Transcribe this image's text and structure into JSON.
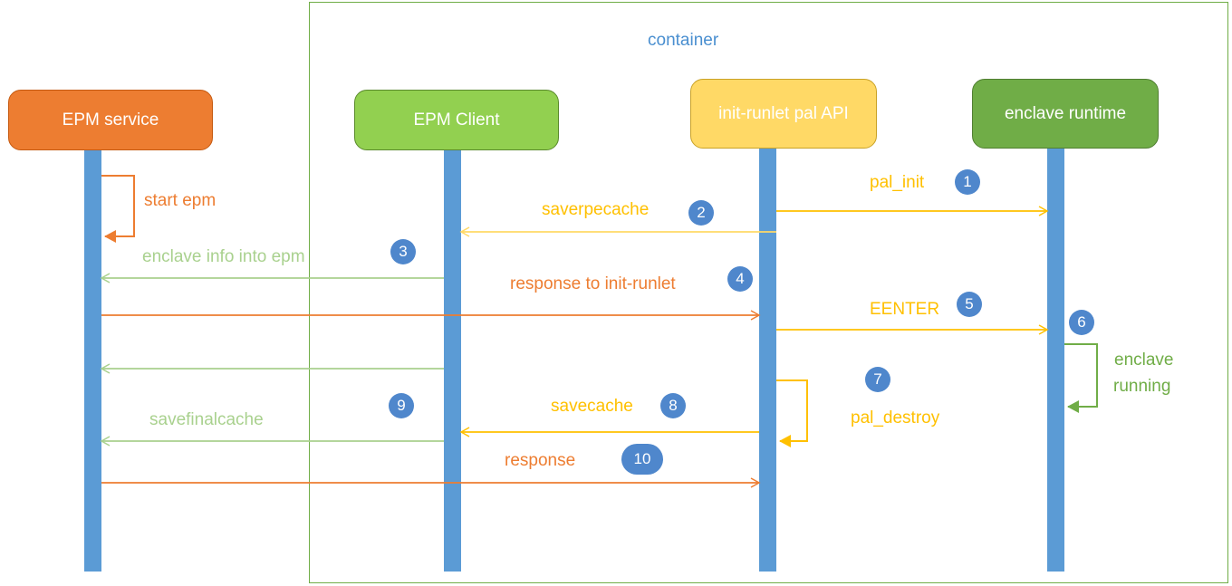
{
  "container": {
    "label": "container"
  },
  "actors": [
    {
      "id": "epm-service",
      "label": "EPM service",
      "fill": "#ed7d31",
      "border": "#c55a11"
    },
    {
      "id": "epm-client",
      "label": "EPM Client",
      "fill": "#92d050",
      "border": "#5a8a2c"
    },
    {
      "id": "init-runlet",
      "label": "init-runlet pal API",
      "fill": "#ffd966",
      "border": "#c9a227"
    },
    {
      "id": "enclave-runtime",
      "label": "enclave runtime",
      "fill": "#70ad47",
      "border": "#507e32"
    }
  ],
  "colors": {
    "orange": "#ed7d31",
    "green": "#a9d18e",
    "yellow": "#ffc000",
    "darkgreen": "#70ad47",
    "lifeline": "#5b9bd5",
    "badge": "#4f87cc"
  },
  "messages": {
    "start_epm": "start epm",
    "pal_init": "pal_init",
    "saverpecache": "saverpecache",
    "enclave_info": "enclave info into epm",
    "response_init": "response to init-runlet",
    "eenter": "EENTER",
    "enclave_running_1": "enclave",
    "enclave_running_2": "running",
    "pal_destroy": "pal_destroy",
    "savecache": "savecache",
    "savefinalcache": "savefinalcache",
    "response": "response"
  },
  "steps": [
    "1",
    "2",
    "3",
    "4",
    "5",
    "6",
    "7",
    "8",
    "9",
    "10"
  ]
}
